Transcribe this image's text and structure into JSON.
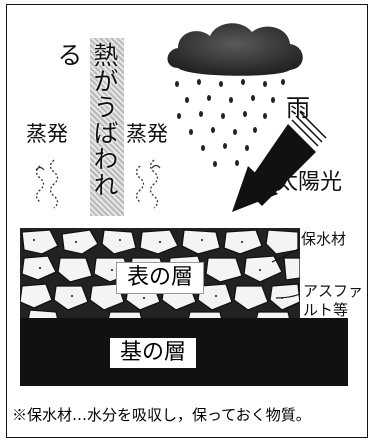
{
  "labels": {
    "heat": "熱がうばわれる",
    "evap_left": "蒸発",
    "evap_right": "蒸発",
    "rain": "雨",
    "sunlight": "太陽光",
    "water_material": "※保水材",
    "surface_layer": "表の層",
    "asphalt_1": "アスファ",
    "asphalt_2": "ルト等",
    "base_layer": "基の層"
  },
  "footnote": "※保水材…水分を吸収し，保っておく物質。",
  "colors": {
    "ink": "#111111",
    "cloud": "#3a3a3a",
    "stone_fill": "#f4f4f4"
  },
  "icons": [
    "cloud-icon",
    "raindrop-icon",
    "sun-arrow-icon",
    "steam-wave-icon"
  ]
}
